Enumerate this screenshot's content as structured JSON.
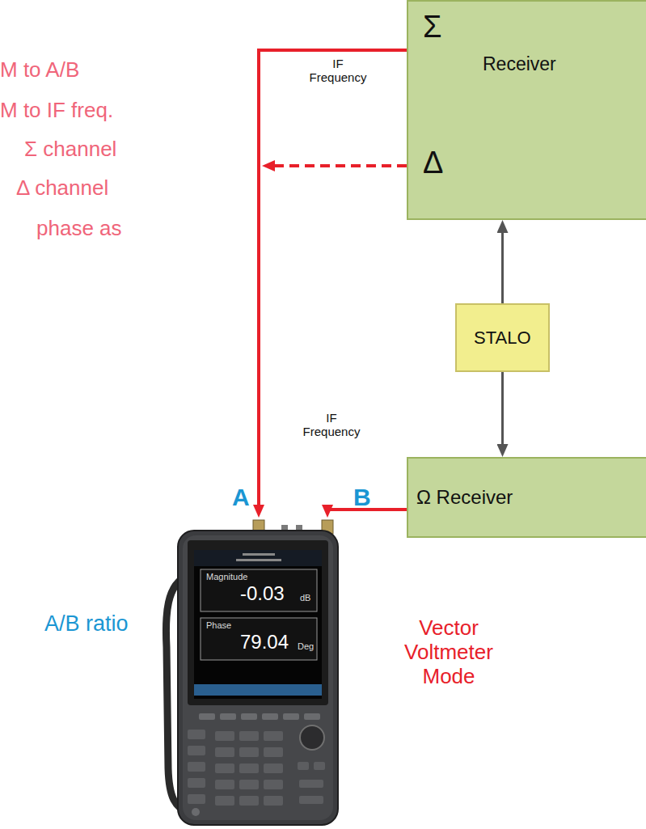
{
  "diagram": {
    "nodes": [
      {
        "text": [
          "Σ",
          "Receiver",
          "Δ"
        ]
      },
      {
        "text": [
          "STALO"
        ]
      },
      {
        "text": [
          "Ω Receiver"
        ]
      },
      {
        "text": [
          "Magnitude",
          "-0.03",
          "dB",
          "Phase",
          "79.04",
          "Deg"
        ]
      }
    ],
    "edges": [
      {
        "from": 0,
        "to": 3,
        "arrow": "to"
      },
      {
        "from": 0,
        "to": 3,
        "arrow": "to"
      },
      {
        "from": 1,
        "to": 0,
        "arrow": "to"
      },
      {
        "from": 1,
        "to": 2,
        "arrow": "to"
      },
      {
        "from": 2,
        "to": 3,
        "arrow": "to"
      }
    ],
    "labels": [
      "M to A/B",
      "M to IF freq.",
      "Σ channel",
      "Δ channel",
      "phase as",
      "IF Frequency",
      "IF Frequency",
      "A",
      "B",
      "A/B ratio",
      "Vector Voltmeter Mode"
    ]
  }
}
